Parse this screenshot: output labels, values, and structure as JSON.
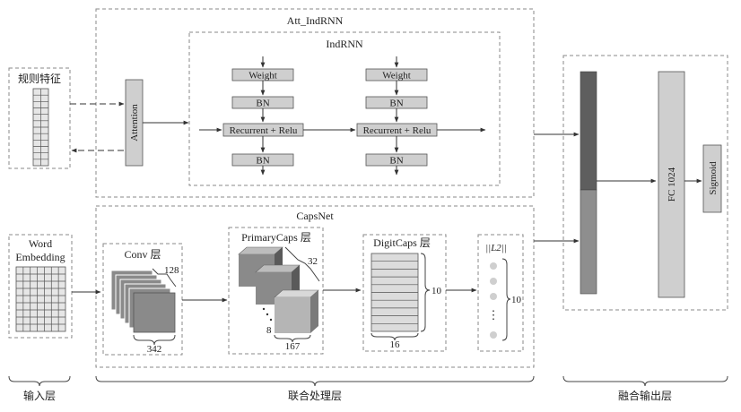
{
  "sections": {
    "att_indrnn": "Att_IndRNN",
    "indrnn": "IndRNN",
    "capsnet": "CapsNet"
  },
  "rule_feature": {
    "label": "规则特征"
  },
  "attention": {
    "label": "Attention"
  },
  "indrnn_cell": {
    "weight": "Weight",
    "bn": "BN",
    "recurrent": "Recurrent + Relu"
  },
  "word_embedding": {
    "line1": "Word",
    "line2": "Embedding"
  },
  "conv": {
    "label": "Conv 层",
    "dim_side": "128",
    "dim_bottom": "342"
  },
  "primary_caps": {
    "label": "PrimaryCaps 层",
    "dim_top": "32",
    "dim_side": "8",
    "dim_bottom": "167"
  },
  "digit_caps": {
    "label": "DigitCaps 层",
    "dim_side": "10",
    "dim_bottom": "16"
  },
  "l2": {
    "label": "||L2||",
    "dim_side": "10",
    "ellipsis": "⋮"
  },
  "fc": {
    "label": "FC 1024"
  },
  "sigmoid": {
    "label": "Sigmoid"
  },
  "layers": {
    "input": "输入层",
    "joint": "联合处理层",
    "output": "融合输出层"
  }
}
